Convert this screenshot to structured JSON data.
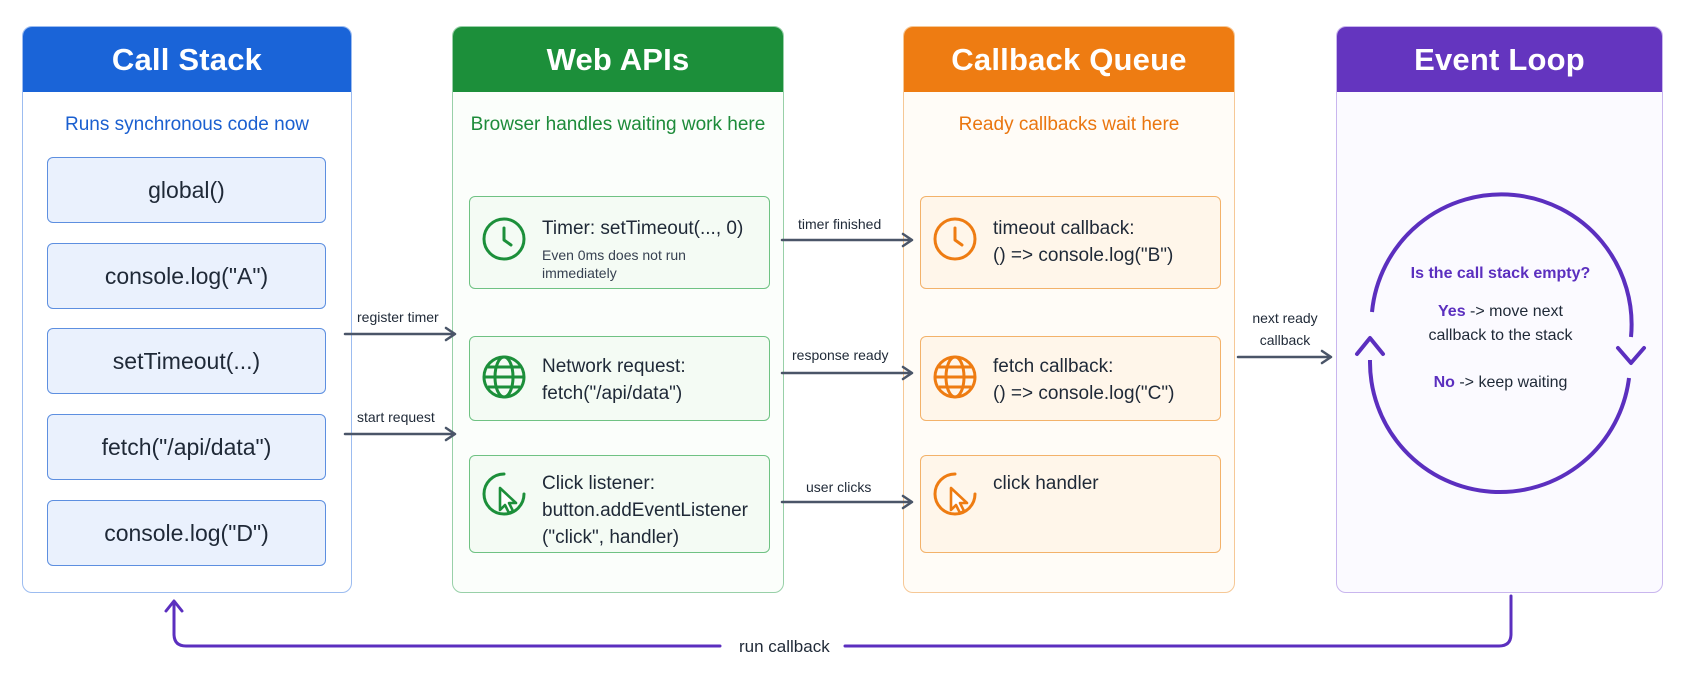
{
  "colors": {
    "stack": "#1a64d8",
    "web": "#1c8f3a",
    "queue": "#ee7c12",
    "loop": "#6435bf",
    "arrow": "#4a5568"
  },
  "stack": {
    "title": "Call Stack",
    "subtitle": "Runs synchronous code now",
    "frames": [
      "global()",
      "console.log(\"A\")",
      "setTimeout(...)",
      "fetch(\"/api/data\")",
      "console.log(\"D\")"
    ]
  },
  "web": {
    "title": "Web APIs",
    "subtitle": "Browser handles waiting work here",
    "cards": [
      {
        "icon": "clock-icon",
        "line1": "Timer:  setTimeout(..., 0)",
        "note": "Even 0ms does not run immediately"
      },
      {
        "icon": "globe-icon",
        "line1": "Network request:",
        "line2": "fetch(\"/api/data\")"
      },
      {
        "icon": "cursor-click-icon",
        "line1": "Click listener:",
        "line2": "button.addEventListener",
        "line3": "(\"click\", handler)"
      }
    ]
  },
  "queue": {
    "title": "Callback Queue",
    "subtitle": "Ready callbacks wait here",
    "cards": [
      {
        "icon": "clock-icon",
        "line1": "timeout callback:",
        "line2": "() => console.log(\"B\")"
      },
      {
        "icon": "globe-icon",
        "line1": "fetch callback:",
        "line2": "() => console.log(\"C\")"
      },
      {
        "icon": "cursor-click-icon",
        "line1": "click handler"
      }
    ]
  },
  "loop": {
    "title": "Event Loop",
    "question": "Is the call stack empty?",
    "yes_kw": "Yes",
    "yes_text": " -> move next",
    "yes_text2": "callback to the stack",
    "no_kw": "No",
    "no_text": " -> keep waiting"
  },
  "edges": {
    "register_timer": "register timer",
    "start_request": "start request",
    "timer_finished": "timer finished",
    "response_ready": "response ready",
    "user_clicks": "user clicks",
    "next_ready_1": "next ready",
    "next_ready_2": "callback",
    "run_callback": "run callback"
  }
}
